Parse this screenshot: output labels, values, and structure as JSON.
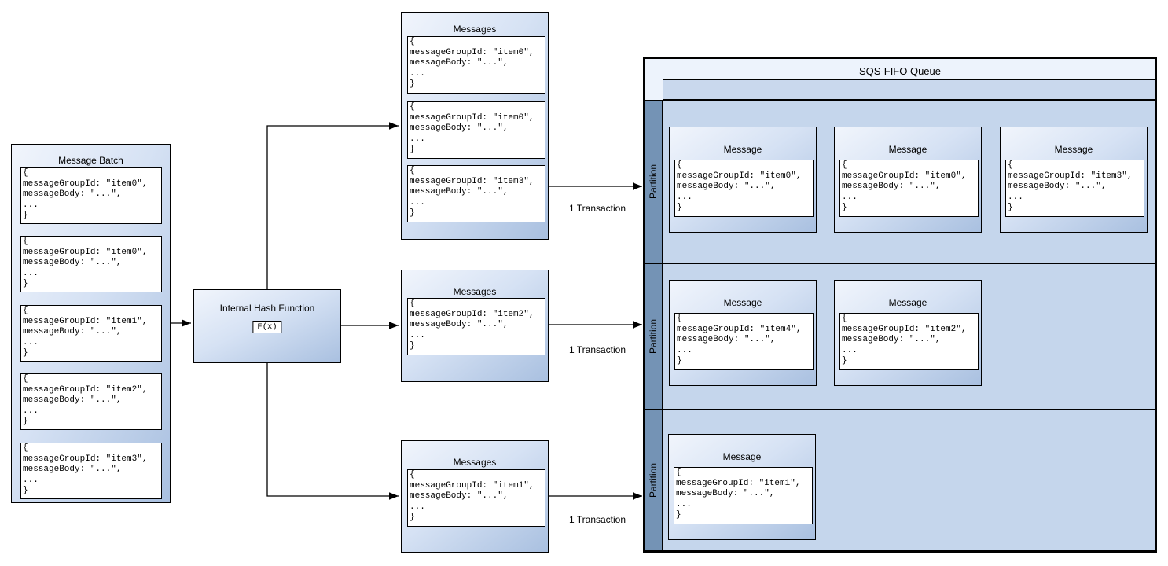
{
  "colors": {
    "node_grad_start": "#f1f5fc",
    "node_grad_end": "#a9c0e0",
    "queue_bg": "#edf3fc",
    "band": "#c9d8ed",
    "lane_header": "#7493b5",
    "lane_body": "#c5d6ec",
    "border": "#000000"
  },
  "batch": {
    "title": "Message Batch",
    "messages": [
      {
        "code": "{\nmessageGroupId: \"item0\",\nmessageBody: \"...\",\n...\n}"
      },
      {
        "code": "{\nmessageGroupId: \"item0\",\nmessageBody: \"...\",\n...\n}"
      },
      {
        "code": "{\nmessageGroupId: \"item1\",\nmessageBody: \"...\",\n...\n}"
      },
      {
        "code": "{\nmessageGroupId: \"item2\",\nmessageBody: \"...\",\n...\n}"
      },
      {
        "code": "{\nmessageGroupId: \"item3\",\nmessageBody: \"...\",\n...\n}"
      }
    ]
  },
  "hash": {
    "title": "Internal Hash Function",
    "formula": "F(x)"
  },
  "message_sets": [
    {
      "title": "Messages",
      "transaction_label": "1 Transaction",
      "messages": [
        {
          "code": "{\nmessageGroupId: \"item0\",\nmessageBody: \"...\",\n...\n}"
        },
        {
          "code": "{\nmessageGroupId: \"item0\",\nmessageBody: \"...\",\n...\n}"
        },
        {
          "code": "{\nmessageGroupId: \"item3\",\nmessageBody: \"...\",\n...\n}"
        }
      ]
    },
    {
      "title": "Messages",
      "transaction_label": "1 Transaction",
      "messages": [
        {
          "code": "{\nmessageGroupId: \"item2\",\nmessageBody: \"...\",\n...\n}"
        }
      ]
    },
    {
      "title": "Messages",
      "transaction_label": "1 Transaction",
      "messages": [
        {
          "code": "{\nmessageGroupId: \"item1\",\nmessageBody: \"...\",\n...\n}"
        }
      ]
    }
  ],
  "queue": {
    "title": "SQS-FIFO Queue",
    "partitions": [
      {
        "label": "Partition",
        "messages": [
          {
            "title": "Message",
            "code": "{\nmessageGroupId: \"item0\",\nmessageBody: \"...\",\n...\n}"
          },
          {
            "title": "Message",
            "code": "{\nmessageGroupId: \"item0\",\nmessageBody: \"...\",\n...\n}"
          },
          {
            "title": "Message",
            "code": "{\nmessageGroupId: \"item3\",\nmessageBody: \"...\",\n...\n}"
          }
        ]
      },
      {
        "label": "Partition",
        "messages": [
          {
            "title": "Message",
            "code": "{\nmessageGroupId: \"item4\",\nmessageBody: \"...\",\n...\n}"
          },
          {
            "title": "Message",
            "code": "{\nmessageGroupId: \"item2\",\nmessageBody: \"...\",\n...\n}"
          }
        ]
      },
      {
        "label": "Partition",
        "messages": [
          {
            "title": "Message",
            "code": "{\nmessageGroupId: \"item1\",\nmessageBody: \"...\",\n...\n}"
          }
        ]
      }
    ]
  }
}
